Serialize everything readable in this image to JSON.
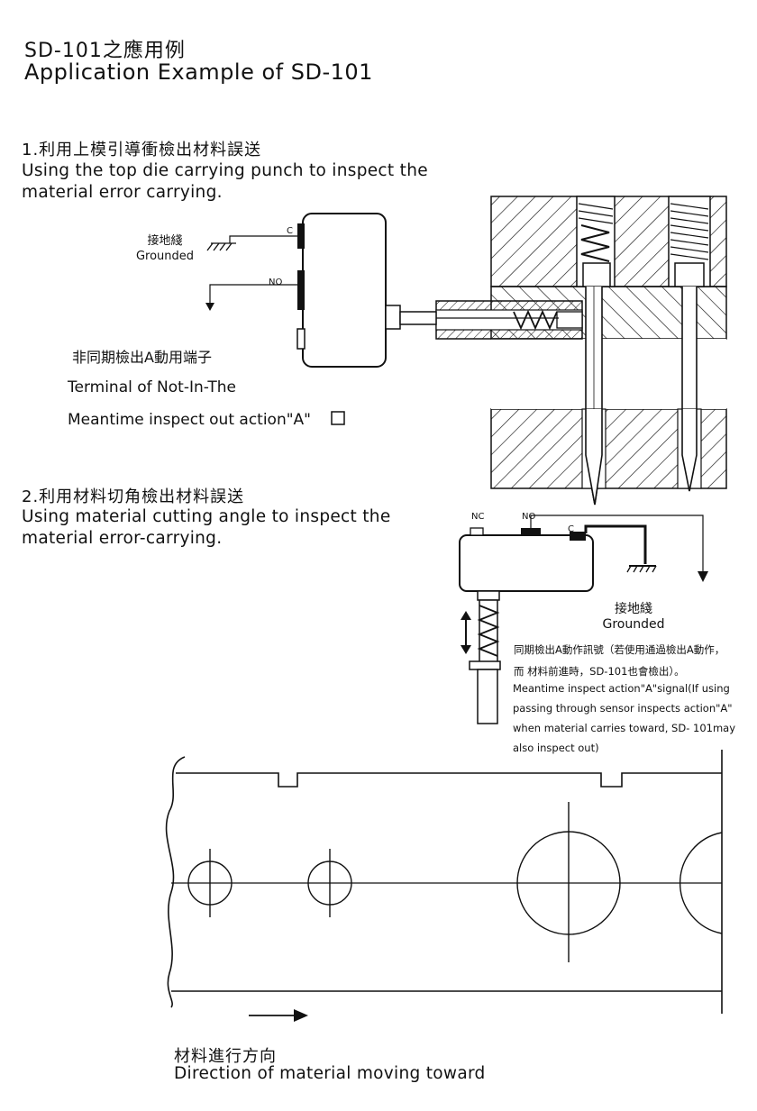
{
  "title": {
    "cn": "SD-101之應用例",
    "en": "Application Example of SD-101"
  },
  "section1": {
    "cn": "1.利用上模引導衝檢出材料誤送",
    "en_line1": "Using the top die carrying punch to inspect the",
    "en_line2": "material error carrying."
  },
  "section2": {
    "cn": "2.利用材料切角檢出材料誤送",
    "en_line1": "Using material cutting angle to inspect the",
    "en_line2": "material error-carrying."
  },
  "fig1": {
    "ground_cn": "接地綫",
    "ground_en": "Grounded",
    "pin_c": "C",
    "pin_no": "NO",
    "terminal_cn": "非同期檢出A動用端子",
    "terminal_en1": "Terminal of Not-In-The",
    "terminal_en2": "Meantime inspect out action\"A\""
  },
  "fig2": {
    "pin_nc": "NC",
    "pin_no": "NO",
    "pin_c": "C",
    "ground_cn": "接地綫",
    "ground_en": "Grounded",
    "note_cn1": "同期檢出A動作訊號（若使用通過檢出A動作，",
    "note_cn2": "而 材料前進時，SD-101也會檢出）。",
    "note_en1": "Meantime inspect action\"A\"signal(If using",
    "note_en2": "passing through sensor inspects action\"A\"",
    "note_en3": "when material carries toward, SD- 101may",
    "note_en4": "also inspect out)"
  },
  "direction": {
    "cn": "材料進行方向",
    "en": "Direction of material moving toward"
  }
}
